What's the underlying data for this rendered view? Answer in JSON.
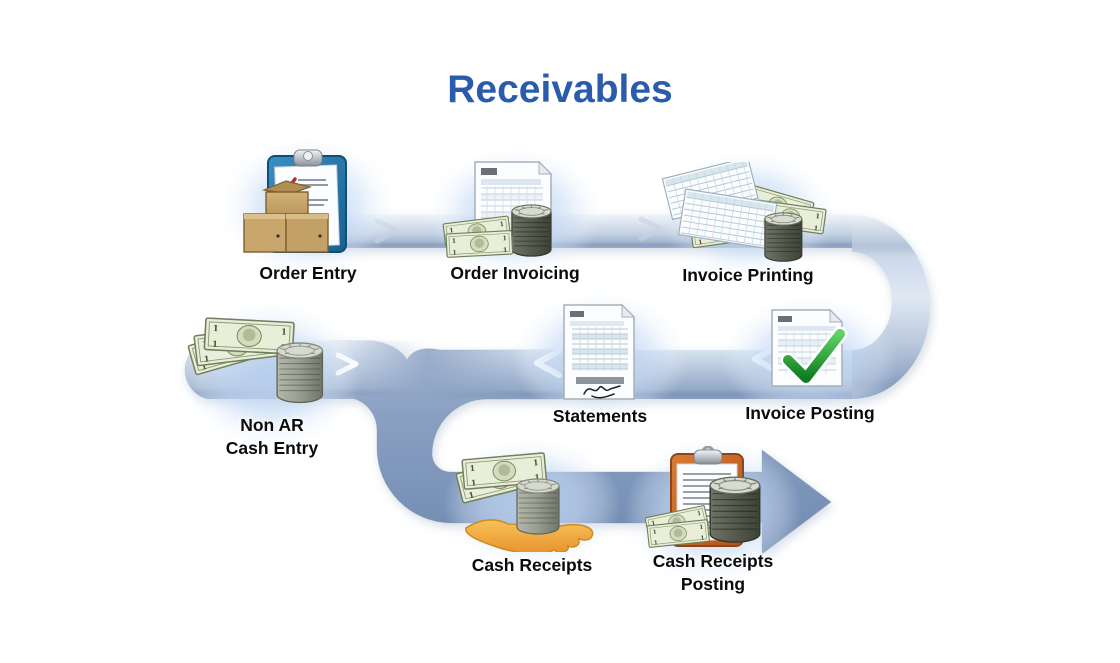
{
  "title": "Receivables",
  "colors": {
    "title_blue": "#2b5cab",
    "band_light": "#c5d2e4",
    "band_medium": "#93a9c7",
    "merge_arrow_blue": "#7b94b9",
    "check_green": "#1f9e2c",
    "clipboard_blue": "#1d6fa8",
    "clipboard_orange": "#c96a28",
    "hand_orange": "#f0a83c",
    "cash_green": "#e7ecd6",
    "label_text": "#0b0b0b"
  },
  "nodes": [
    {
      "id": "order-entry",
      "label": "Order Entry"
    },
    {
      "id": "order-invoicing",
      "label": "Order Invoicing"
    },
    {
      "id": "invoice-printing",
      "label": "Invoice Printing"
    },
    {
      "id": "invoice-posting",
      "label": "Invoice Posting"
    },
    {
      "id": "statements",
      "label": "Statements"
    },
    {
      "id": "non-ar-cash-entry",
      "label": "Non AR",
      "label2": "Cash Entry"
    },
    {
      "id": "cash-receipts",
      "label": "Cash Receipts"
    },
    {
      "id": "cash-receipts-posting",
      "label": "Cash Receipts",
      "label2": "Posting"
    }
  ]
}
